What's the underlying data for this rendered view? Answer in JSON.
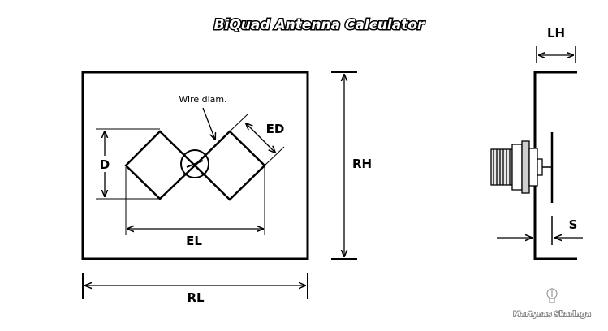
{
  "title": "BiQuad Antenna Calculator",
  "labels": {
    "d": "D",
    "ed": "ED",
    "el": "EL",
    "rl": "RL",
    "rh": "RH",
    "lh": "LH",
    "s": "S",
    "wire_diam": "Wire diam."
  },
  "credit": "Martynas Skaringa",
  "colors": {
    "line": "#000000",
    "background": "#ffffff",
    "credit_outline": "#8a8a8a"
  },
  "icons": {
    "credit": "lightbulb-icon"
  }
}
